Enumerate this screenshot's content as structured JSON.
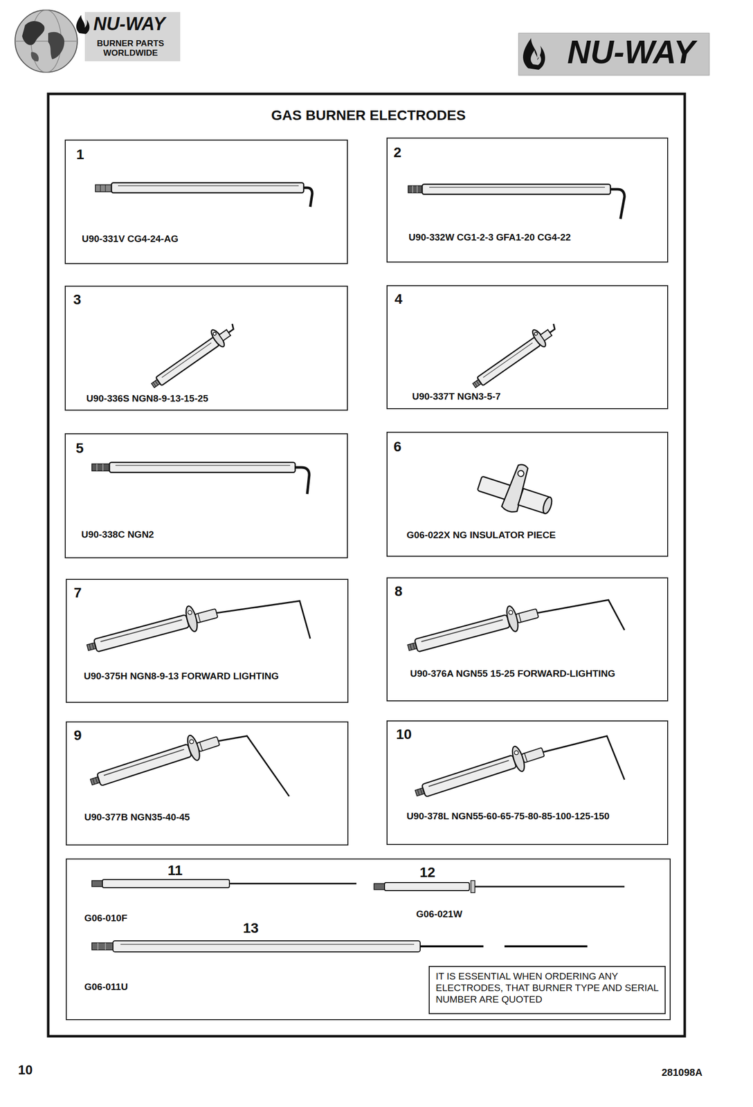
{
  "diagram": {
    "title": "GAS BURNER ELECTRODES",
    "nodes": [
      {
        "text": [
          "1",
          "U90-331V CG4-24-AG"
        ]
      },
      {
        "text": [
          "2",
          "U90-332W CG1-2-3 GFA1-20 CG4-22"
        ]
      },
      {
        "text": [
          "3",
          "U90-336S NGN8-9-13-15-25"
        ]
      },
      {
        "text": [
          "4",
          "U90-337T NGN3-5-7"
        ]
      },
      {
        "text": [
          "5",
          "U90-338C NGN2"
        ]
      },
      {
        "text": [
          "6",
          "G06-022X NG INSULATOR PIECE"
        ]
      },
      {
        "text": [
          "7",
          "U90-375H NGN8-9-13 FORWARD LIGHTING"
        ]
      },
      {
        "text": [
          "8",
          "U90-376A NGN55 15-25 FORWARD-LIGHTING"
        ]
      },
      {
        "text": [
          "9",
          "U90-377B NGN35-40-45"
        ]
      },
      {
        "text": [
          "10",
          "U90-378L NGN55-60-65-75-80-85-100-125-150"
        ]
      },
      {
        "text": [
          "11",
          "G06-010F",
          "12",
          "G06-021W",
          "13",
          "G06-011U"
        ]
      },
      {
        "text": [
          "IT IS ESSENTIAL WHEN ORDERING ANY ELECTRODES, THAT BURNER TYPE AND SERIAL NUMBER ARE QUOTED"
        ],
        "in": 10
      }
    ],
    "labels": [
      "NU-WAY",
      "BURNER PARTS WORLDWIDE",
      "NU-WAY",
      "10",
      "281098A"
    ]
  }
}
